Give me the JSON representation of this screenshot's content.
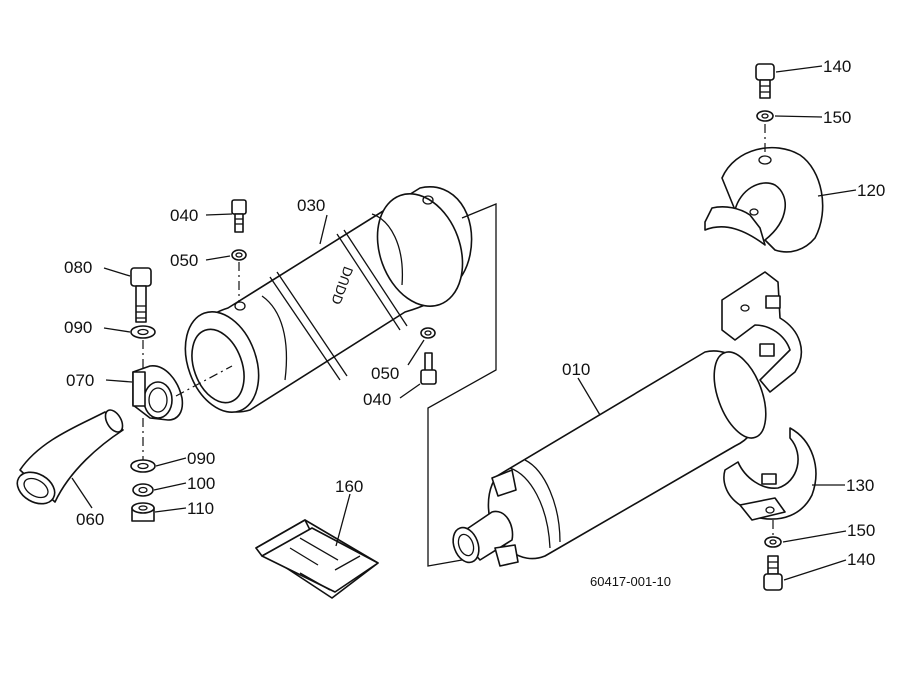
{
  "diagram": {
    "drawing_code": "60417-001-10",
    "callouts": [
      {
        "id": "c140a",
        "label": "140"
      },
      {
        "id": "c150a",
        "label": "150"
      },
      {
        "id": "c120",
        "label": "120"
      },
      {
        "id": "c040a",
        "label": "040"
      },
      {
        "id": "c030",
        "label": "030"
      },
      {
        "id": "c050a",
        "label": "050"
      },
      {
        "id": "c080",
        "label": "080"
      },
      {
        "id": "c090a",
        "label": "090"
      },
      {
        "id": "c070",
        "label": "070"
      },
      {
        "id": "c050b",
        "label": "050"
      },
      {
        "id": "c040b",
        "label": "040"
      },
      {
        "id": "c010",
        "label": "010"
      },
      {
        "id": "c090b",
        "label": "090"
      },
      {
        "id": "c100",
        "label": "100"
      },
      {
        "id": "c110",
        "label": "110"
      },
      {
        "id": "c060",
        "label": "060"
      },
      {
        "id": "c160",
        "label": "160"
      },
      {
        "id": "c130",
        "label": "130"
      },
      {
        "id": "c150b",
        "label": "150"
      },
      {
        "id": "c140b",
        "label": "140"
      }
    ]
  }
}
